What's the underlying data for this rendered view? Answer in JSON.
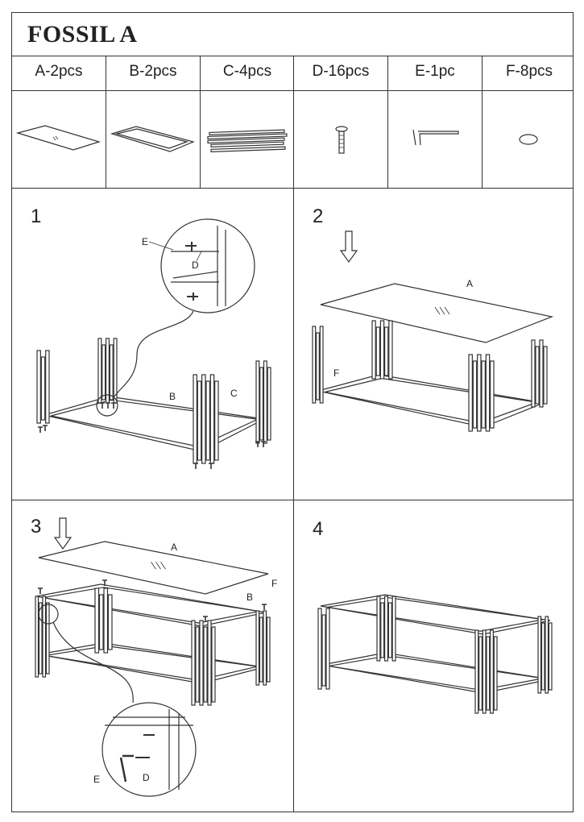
{
  "title": "FOSSIL A",
  "parts": [
    {
      "label": "A-2pcs",
      "icon": "glass-panel-icon"
    },
    {
      "label": "B-2pcs",
      "icon": "frame-tray-icon"
    },
    {
      "label": "C-4pcs",
      "icon": "leg-bars-icon"
    },
    {
      "label": "D-16pcs",
      "icon": "screw-icon"
    },
    {
      "label": "E-1pc",
      "icon": "allen-key-icon"
    },
    {
      "label": "F-8pcs",
      "icon": "pad-icon"
    }
  ],
  "steps": [
    {
      "number": "1",
      "callouts": [
        "E",
        "D",
        "B",
        "C"
      ]
    },
    {
      "number": "2",
      "callouts": [
        "A",
        "F"
      ]
    },
    {
      "number": "3",
      "callouts": [
        "A",
        "B",
        "F",
        "E",
        "D"
      ]
    },
    {
      "number": "4",
      "callouts": []
    }
  ]
}
